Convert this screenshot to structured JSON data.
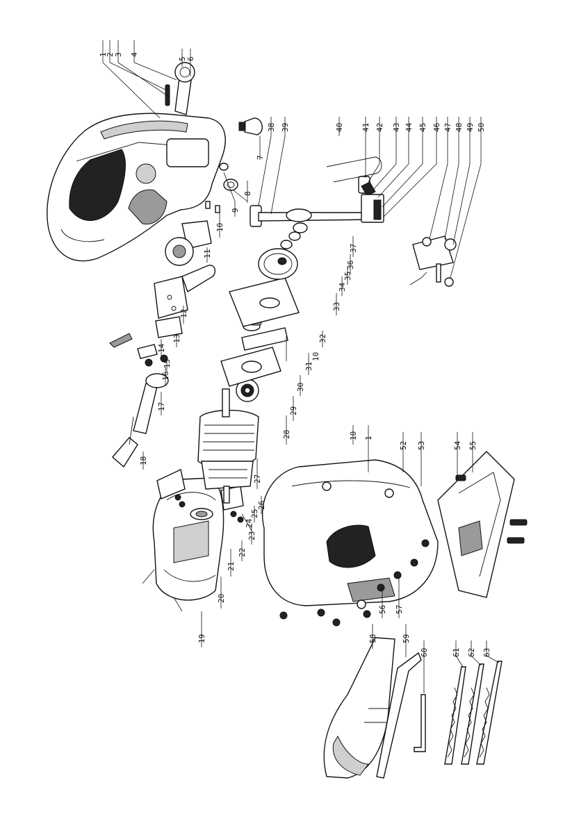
{
  "callouts": [
    "1",
    "2",
    "3",
    "4",
    "5",
    "6",
    "7",
    "8",
    "9",
    "10",
    "11",
    "12",
    "13",
    "14",
    "15",
    "16",
    "17",
    "18",
    "19",
    "20",
    "21",
    "22",
    "23",
    "24",
    "25",
    "26",
    "27",
    "28",
    "29",
    "30",
    "31",
    "32",
    "33",
    "34",
    "35",
    "36",
    "37",
    "38",
    "39",
    "40",
    "41",
    "42",
    "43",
    "44",
    "45",
    "46",
    "47",
    "48",
    "49",
    "50",
    "52",
    "53",
    "54",
    "55",
    "56",
    "57",
    "58",
    "59",
    "60",
    "61",
    "62",
    "63"
  ],
  "extra_callouts": {
    "label_10_b": "10",
    "label_10_c": "10",
    "label_1_b": "1"
  }
}
